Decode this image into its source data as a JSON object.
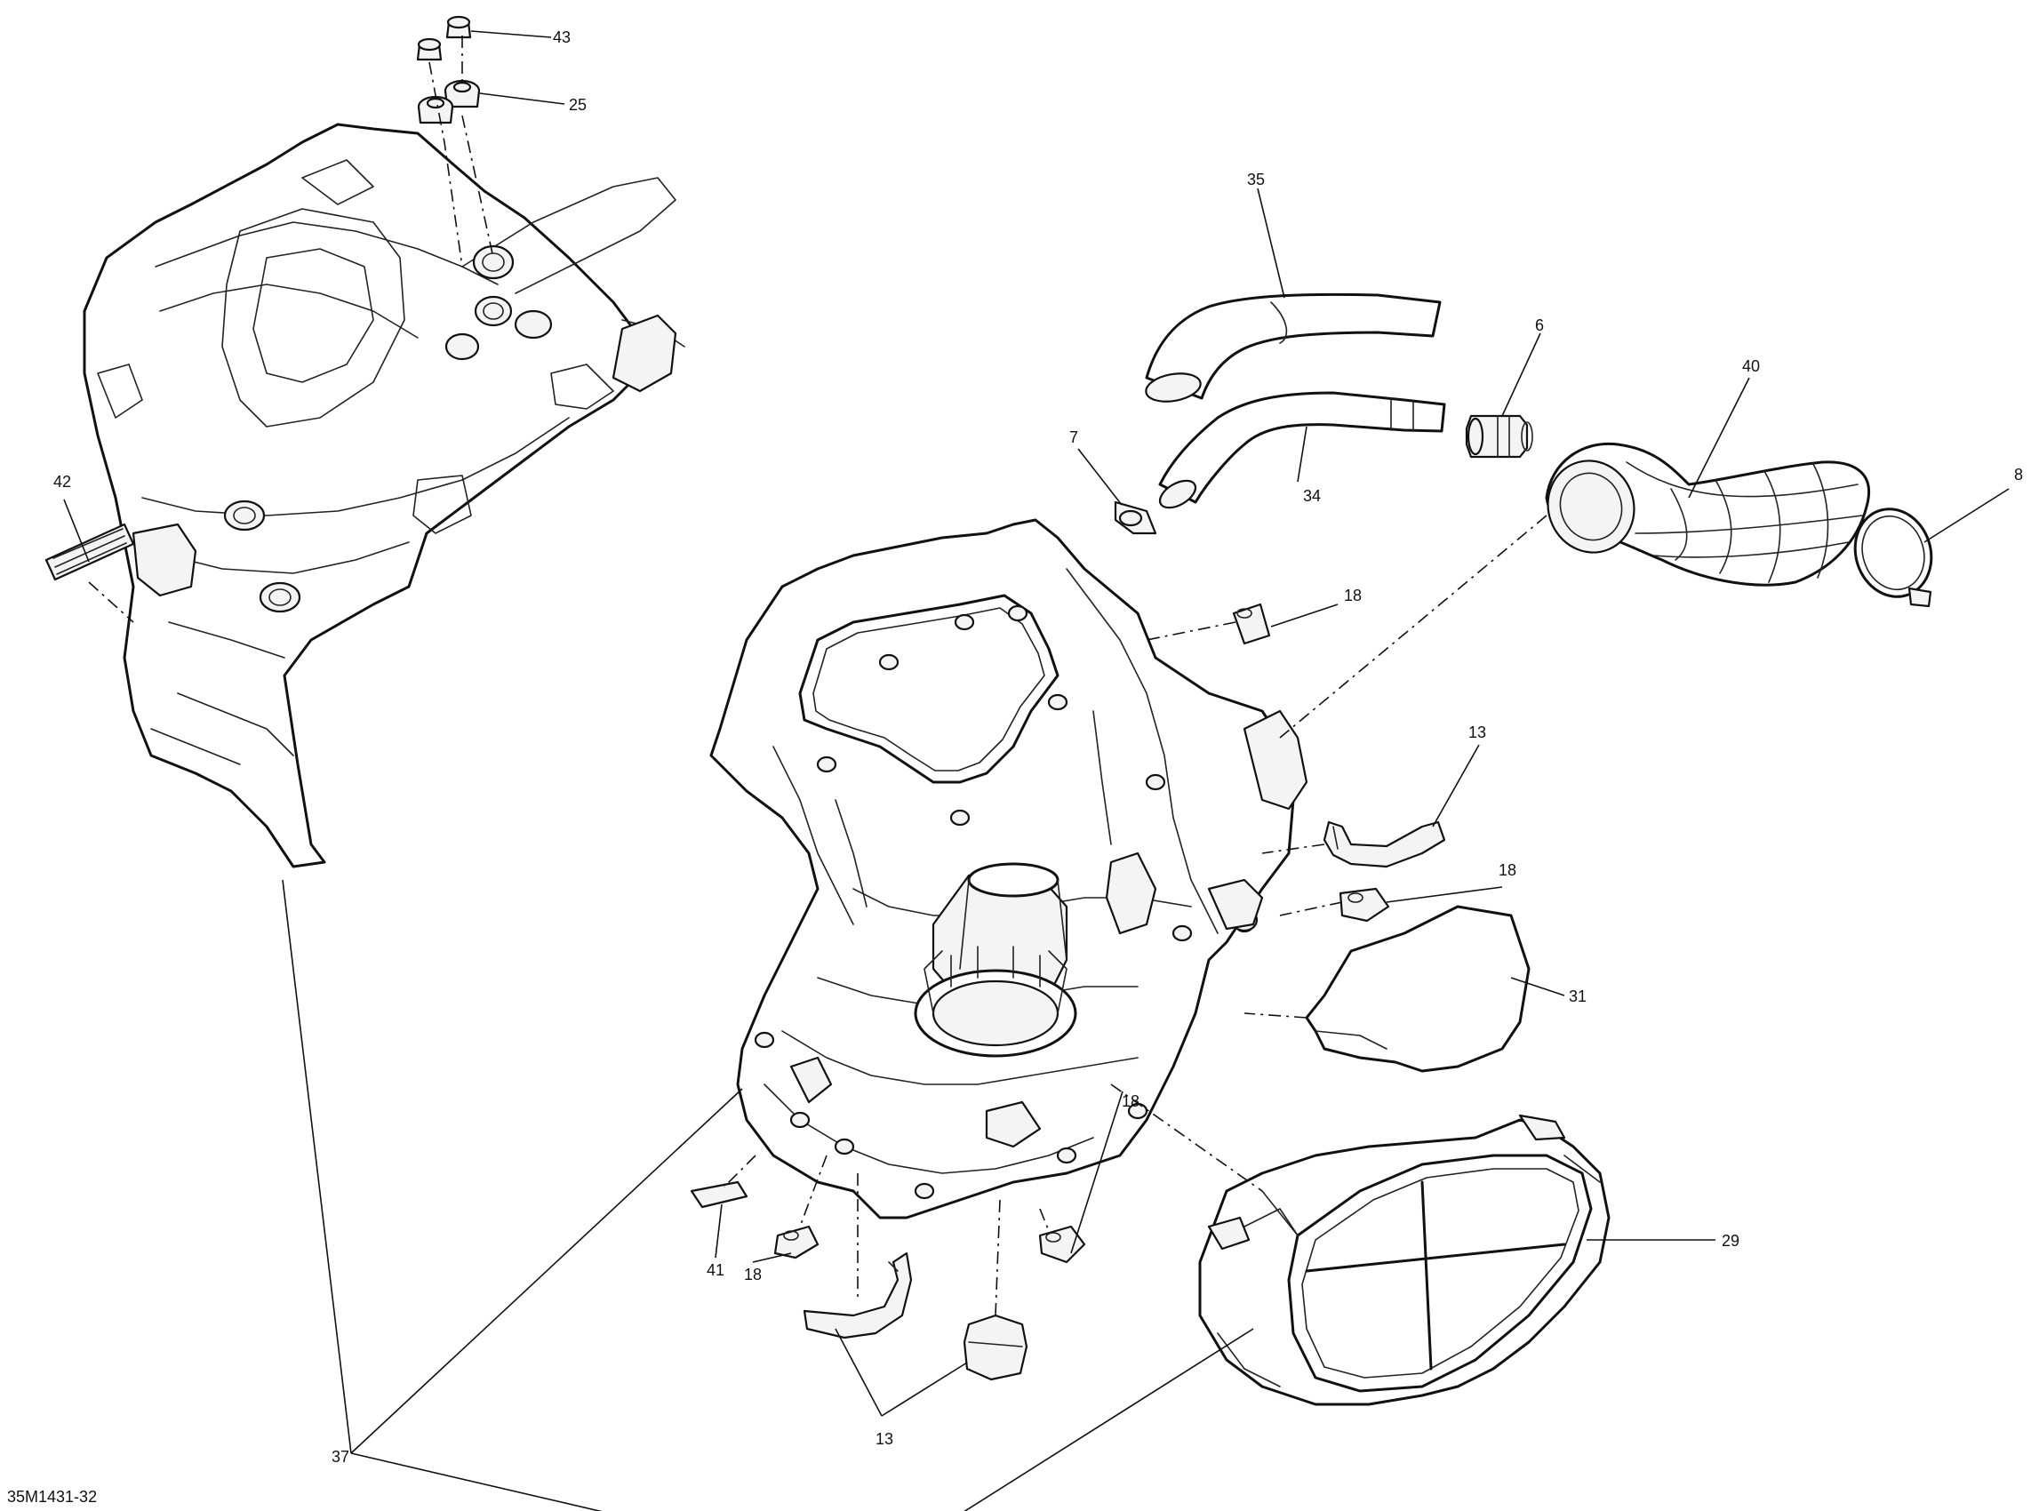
{
  "figure": {
    "reference_code": "35M1431-32"
  },
  "callouts": [
    {
      "id": "c43",
      "label": "43"
    },
    {
      "id": "c25",
      "label": "25"
    },
    {
      "id": "c35",
      "label": "35"
    },
    {
      "id": "c6",
      "label": "6"
    },
    {
      "id": "c40",
      "label": "40"
    },
    {
      "id": "c7",
      "label": "7"
    },
    {
      "id": "c8",
      "label": "8"
    },
    {
      "id": "c34",
      "label": "34"
    },
    {
      "id": "c42",
      "label": "42"
    },
    {
      "id": "c18a",
      "label": "18"
    },
    {
      "id": "c13a",
      "label": "13"
    },
    {
      "id": "c18b",
      "label": "18"
    },
    {
      "id": "c31",
      "label": "31"
    },
    {
      "id": "c29",
      "label": "29"
    },
    {
      "id": "c41",
      "label": "41"
    },
    {
      "id": "c18c",
      "label": "18"
    },
    {
      "id": "c18d",
      "label": "18"
    },
    {
      "id": "c37",
      "label": "37"
    },
    {
      "id": "c13b",
      "label": "13"
    }
  ]
}
